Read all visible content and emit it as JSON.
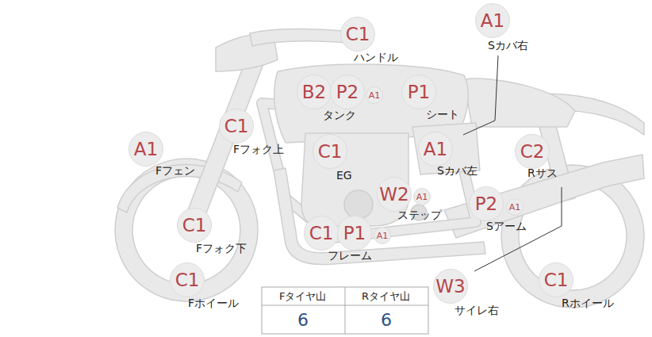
{
  "diagram": {
    "labels": [
      "A1",
      "Sカバ右",
      "C1",
      "ハンドル",
      "B2",
      "P2",
      "A1",
      "タンク",
      "P1",
      "シート",
      "C1",
      "Fフォク上",
      "A1",
      "Fフェン",
      "C1",
      "EG",
      "A1",
      "Sカバ左",
      "C2",
      "Rサス",
      "W2",
      "A1",
      "ステップ",
      "P2",
      "A1",
      "Sアーム",
      "C1",
      "Fフォク下",
      "C1",
      "P1",
      "A1",
      "フレーム",
      "W3",
      "サイレ右",
      "C1",
      "Fホイール",
      "C1",
      "Rホイール",
      "Fタイヤ山",
      "Rタイヤ山",
      "6",
      "6"
    ]
  }
}
